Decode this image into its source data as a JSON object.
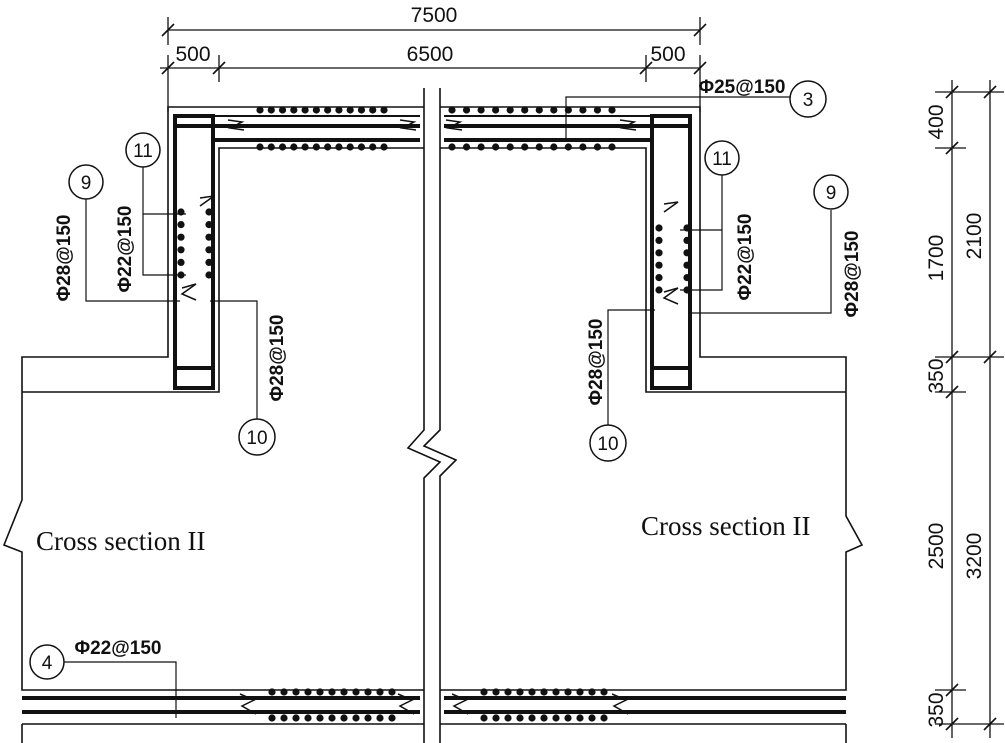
{
  "dimensions": {
    "top_total": "7500",
    "top_left_wall": "500",
    "top_span": "6500",
    "top_right_wall": "500",
    "right_h1": "400",
    "right_h2": "1700",
    "right_h3": "350",
    "right_h4": "2500",
    "right_h5": "350",
    "right_sum_upper": "2100",
    "right_sum_lower": "3200"
  },
  "rebar": {
    "top_slab": "Φ25@150",
    "left_outer": "Φ28@150",
    "left_middle": "Φ22@150",
    "left_inner": "Φ28@150",
    "right_outer": "Φ28@150",
    "right_middle": "Φ22@150",
    "right_inner": "Φ28@150",
    "bottom_slab": "Φ22@150"
  },
  "markers": {
    "m3": "3",
    "m4": "4",
    "m9_left": "9",
    "m9_right": "9",
    "m10_left": "10",
    "m10_right": "10",
    "m11_left": "11",
    "m11_right": "11"
  },
  "captions": {
    "left": "Cross section II",
    "right": "Cross section II"
  }
}
